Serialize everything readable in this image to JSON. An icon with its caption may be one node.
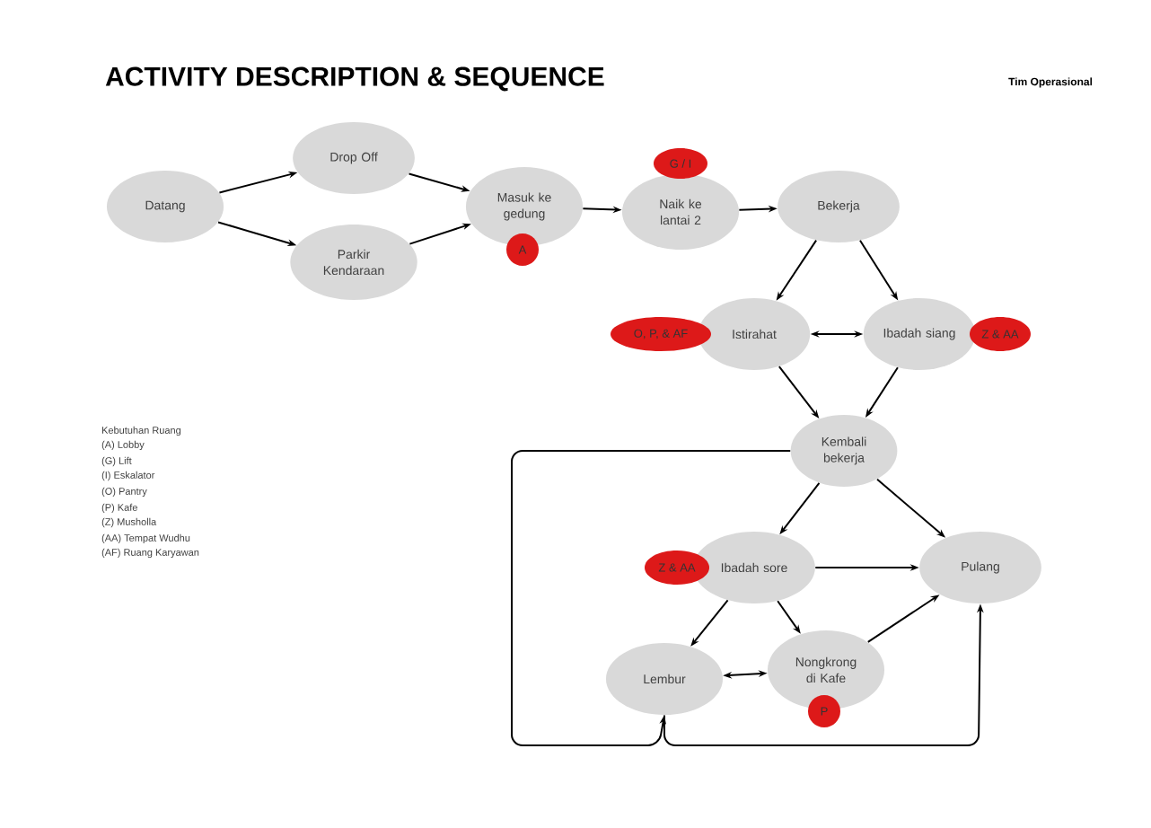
{
  "diagram": {
    "title": "ACTIVITY DESCRIPTION & SEQUENCE",
    "nodes": [
      {
        "text": [
          "Datang"
        ]
      },
      {
        "text": [
          "Drop Off"
        ]
      },
      {
        "text": [
          "Parkir Kendaraan"
        ]
      },
      {
        "text": [
          "Masuk ke gedung"
        ]
      },
      {
        "text": [
          "A"
        ]
      },
      {
        "text": [
          "G / I"
        ]
      },
      {
        "text": [
          "Naik ke lantai 2"
        ]
      },
      {
        "text": [
          "Bekerja"
        ]
      },
      {
        "text": [
          "O, P, & AF"
        ]
      },
      {
        "text": [
          "Istirahat"
        ]
      },
      {
        "text": [
          "Ibadah siang"
        ]
      },
      {
        "text": [
          "Z & AA"
        ]
      },
      {
        "text": [
          "Kembali bekerja"
        ]
      },
      {
        "text": [
          "Z & AA"
        ]
      },
      {
        "text": [
          "Ibadah sore"
        ]
      },
      {
        "text": [
          "Pulang"
        ]
      },
      {
        "text": [
          "Lembur"
        ]
      },
      {
        "text": [
          "Nongkrong di Kafe"
        ]
      },
      {
        "text": [
          "P"
        ]
      }
    ],
    "edges": [
      {
        "from": 0,
        "to": 1,
        "arrow": "to"
      },
      {
        "from": 0,
        "to": 2,
        "arrow": "to"
      },
      {
        "from": 1,
        "to": 3,
        "arrow": "to"
      },
      {
        "from": 2,
        "to": 3,
        "arrow": "to"
      },
      {
        "from": 3,
        "to": 6,
        "arrow": "to"
      },
      {
        "from": 6,
        "to": 7,
        "arrow": "to"
      },
      {
        "from": 7,
        "to": 9,
        "arrow": "to"
      },
      {
        "from": 7,
        "to": 10,
        "arrow": "to"
      },
      {
        "from": 9,
        "to": 10,
        "arrow": "both"
      },
      {
        "from": 9,
        "to": 12,
        "arrow": "to"
      },
      {
        "from": 10,
        "to": 12,
        "arrow": "to"
      },
      {
        "from": 12,
        "to": 14,
        "arrow": "to"
      },
      {
        "from": 12,
        "to": 15,
        "arrow": "to"
      },
      {
        "from": 14,
        "to": 15,
        "arrow": "to"
      },
      {
        "from": 14,
        "to": 16,
        "arrow": "to"
      },
      {
        "from": 14,
        "to": 17,
        "arrow": "to"
      },
      {
        "from": 16,
        "to": 17,
        "arrow": "both"
      },
      {
        "from": 17,
        "to": 15,
        "arrow": "to"
      },
      {
        "from": 12,
        "to": 16,
        "arrow": "to"
      },
      {
        "from": 16,
        "to": 15,
        "arrow": "to"
      }
    ],
    "labels": [
      "Tim Operasional",
      "Kebutuhan Ruang",
      "(A) Lobby",
      "(G) Lift",
      "(I) Eskalator",
      "(O) Pantry",
      "(P) Kafe",
      "(Z) Musholla",
      "(AA) Tempat Wudhu",
      "(AF) Ruang Karyawan"
    ]
  }
}
